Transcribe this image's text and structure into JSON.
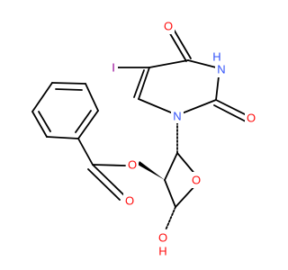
{
  "atoms": {
    "iodine": "I",
    "oxo_top": "O",
    "nh": "H",
    "n_imide": "N",
    "oxo_right": "O",
    "n_glycosidic": "N",
    "ring_oxygen": "O",
    "ester_oxygen": "O",
    "carbonyl_oxygen": "O",
    "hydroxyl_o": "O",
    "hydroxyl_h": "H"
  },
  "colors": {
    "carbon": "#000000",
    "oxygen": "#ff0d0d",
    "nitrogen": "#3050f8",
    "iodine": "#940094"
  }
}
